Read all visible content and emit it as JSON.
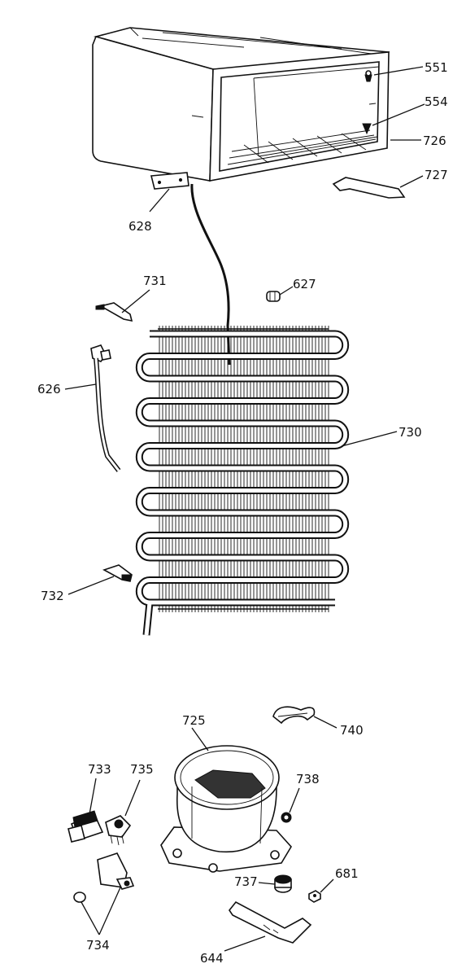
{
  "labels": {
    "l551": "551",
    "l554": "554",
    "l726": "726",
    "l727": "727",
    "l628": "628",
    "l731": "731",
    "l627": "627",
    "l626": "626",
    "l730": "730",
    "l732": "732",
    "l725": "725",
    "l740": "740",
    "l733": "733",
    "l735": "735",
    "l738": "738",
    "l737": "737",
    "l681": "681",
    "l734": "734",
    "l644": "644"
  }
}
